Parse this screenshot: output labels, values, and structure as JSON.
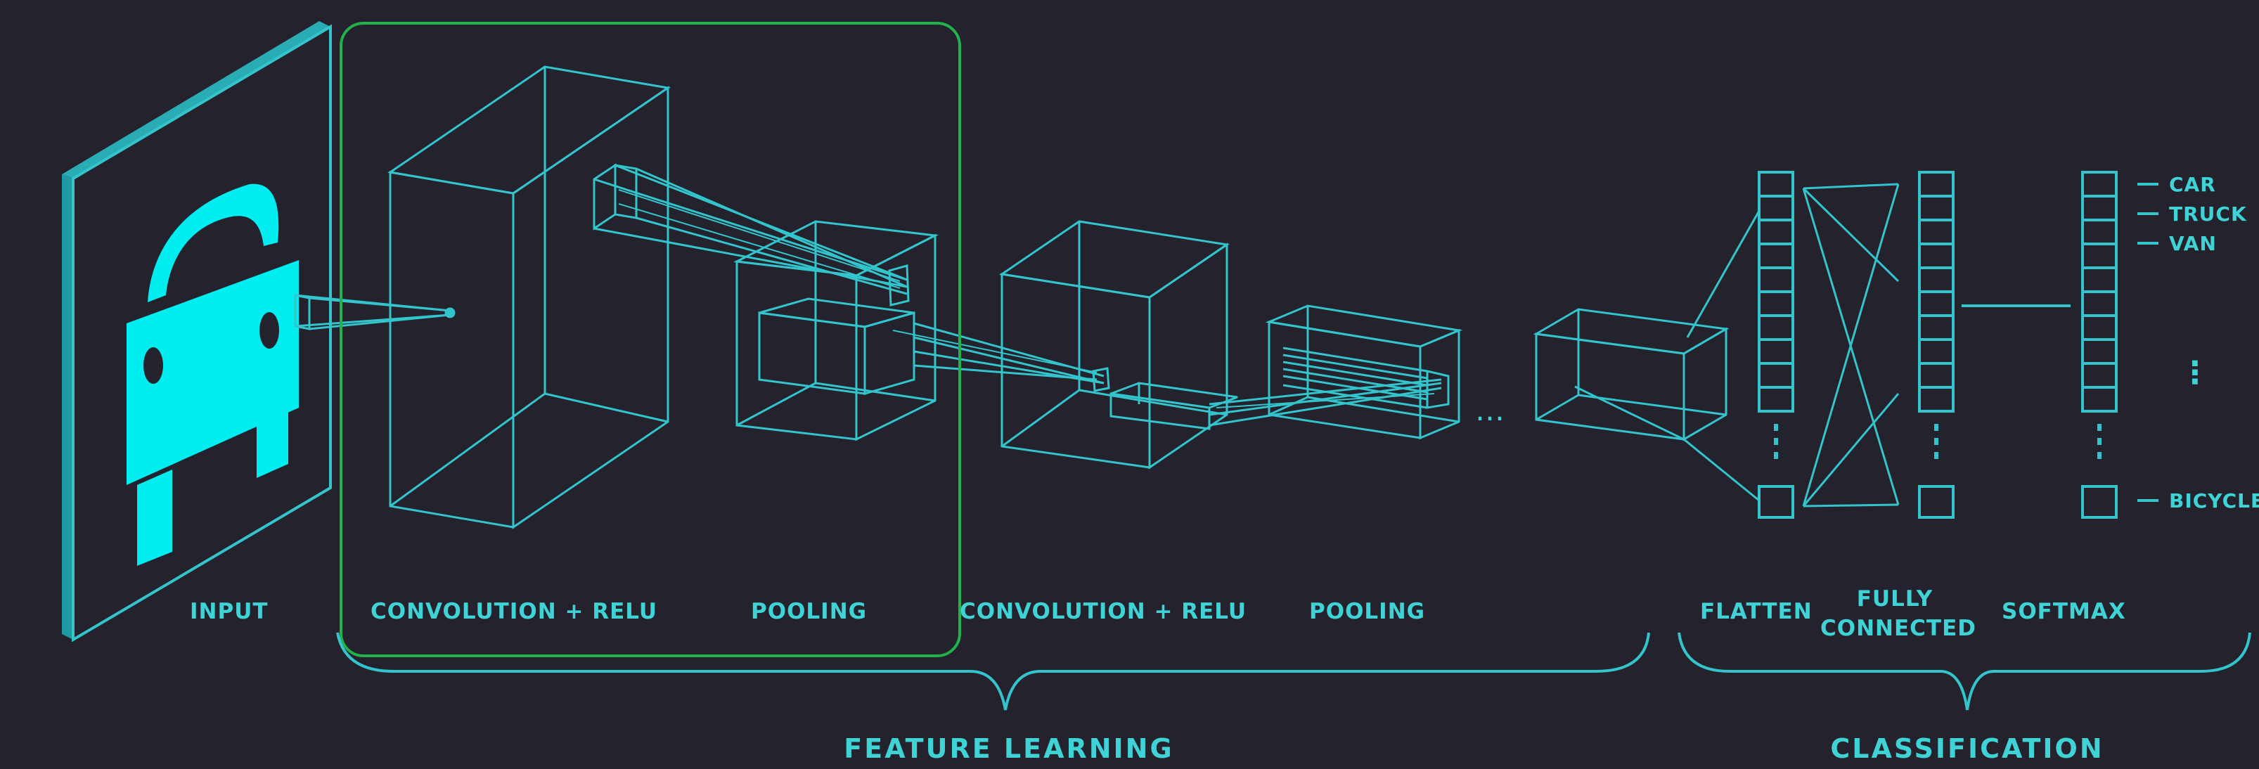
{
  "colors": {
    "background": "#23222d",
    "wire": "#33c4cc",
    "car_fill": "#00eef0",
    "highlight_box": "#22b14c"
  },
  "stages": {
    "input": "INPUT",
    "conv1": "CONVOLUTION + RELU",
    "pool1": "POOLING",
    "conv2": "CONVOLUTION + RELU",
    "pool2": "POOLING",
    "flatten": "FLATTEN",
    "fully_connected_line1": "FULLY",
    "fully_connected_line2": "CONNECTED",
    "softmax": "SOFTMAX"
  },
  "sections": {
    "feature_learning": "FEATURE LEARNING",
    "classification": "CLASSIFICATION"
  },
  "classes": [
    "CAR",
    "TRUCK",
    "VAN",
    "BICYCLE"
  ],
  "ellipsis": "⋮",
  "continuation": "…",
  "icons": {
    "input_image": "car-icon"
  }
}
